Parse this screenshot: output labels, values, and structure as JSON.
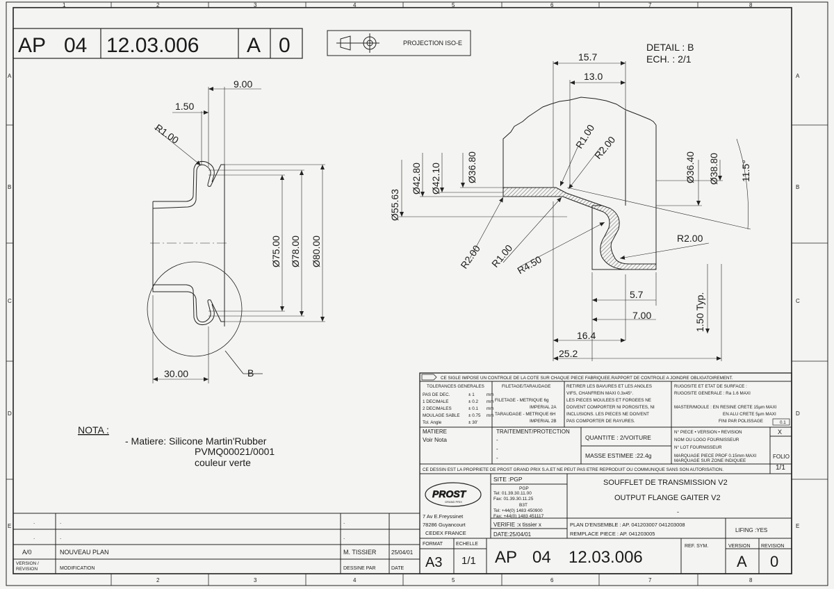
{
  "drawing_number": {
    "prefix": "AP",
    "sub": "04",
    "number": "12.03.006",
    "index_letter": "A",
    "index_num": "0"
  },
  "projection": {
    "label": "PROJECTION ISO-E",
    "icon": "first-angle-projection-icon"
  },
  "grid": {
    "columns": [
      "1",
      "2",
      "3",
      "4",
      "5",
      "6",
      "7",
      "8"
    ],
    "rows": [
      "A",
      "B",
      "C",
      "D",
      "E"
    ]
  },
  "left_view": {
    "dims": [
      "9.00",
      "1.50",
      "R1.00",
      "Ø75.00",
      "Ø78.00",
      "Ø80.00",
      "30.00",
      "B"
    ]
  },
  "detail_view": {
    "title": "DETAIL : B",
    "scale": "ECH. : 2/1",
    "dims": [
      "15.7",
      "13.0",
      "R1.00",
      "R2.00",
      "Ø55.63",
      "Ø42.80",
      "Ø42.10",
      "Ø36.80",
      "Ø36.40",
      "Ø38.80",
      "11.5°",
      "R2.00",
      "R1.00",
      "R4.50",
      "R2.00",
      "5.7",
      "7.00",
      "1.50 Typ.",
      "16.4",
      "25.2"
    ]
  },
  "nota": {
    "title": "NOTA :",
    "lines": [
      "- Matiere: Silicone Martin'Rubber",
      "PVMQ00021/0001",
      "couleur verte"
    ]
  },
  "title_block": {
    "control_note": "CE SIGLE IMPOSE UN CONTROLE DE LA COTE SUR CHAQUE PIECE FABRIQUEE.RAPPORT DE CONTROLE A JOINDRE OBLIGATOIREMENT.",
    "tolerances": {
      "header": "TOLERANCES GENERALES",
      "rows": [
        [
          "PAS DE DEC.",
          "± 1",
          "mm"
        ],
        [
          "1 DECIMALE",
          "± 0.2",
          "mm"
        ],
        [
          "2 DECIMALES",
          "± 0.1",
          "mm"
        ],
        [
          "MOULAGE SABLE",
          "± 0.75",
          "mm"
        ],
        [
          "Tol. Angle",
          "± 30'",
          ""
        ]
      ]
    },
    "threading": {
      "header": "FILETAGE/TARAUDAGE",
      "rows": [
        "FILETAGE - METRIQUE 6g",
        "IMPERIAL 2A",
        "TARAUDAGE - METRIQUE 6H",
        "IMPERIAL 2B"
      ]
    },
    "deburr": [
      "RETIRER LES BAVURES ET LES ANGLES",
      "VIFS, CHANFREIN MAXI 0.3x45°.",
      "LES PIECES MOULEES ET FORGEES NE",
      "DOIVENT COMPORTER NI POROSITES, NI",
      "INCLUSIONS. LES PIECES NE DOIVENT",
      "PAS COMPORTER DE RAYURES."
    ],
    "surface": [
      "RUGOSITE ET ETAT DE SURFACE :",
      "RUGOSITE GENERALE : Ra 1.6 MAXI",
      "MASTER/MOULE : EN RESINE CRETE 15µm MAXI",
      "EN ALU CRETE 5µm MAXI",
      "FINI PAR POLISSAGE"
    ],
    "surface_symbol": "0.1",
    "matiere_label": "MATIERE",
    "matiere_value": "Voir Nota",
    "traitement_label": "TRAITEMENT/PROTECTION",
    "traitement_values": [
      "-",
      "-",
      "-"
    ],
    "quantite": "QUANTITE : 2/VOITURE",
    "masse": "MASSE ESTIMEE :22.4g",
    "piece_info": [
      "N° PIECE • VERSION • REVISION",
      "NOM OU LOGO FOURNISSEUR",
      "N° LOT FOURNISSEUR",
      "MARQUAGE PIECE PROF 0.15mm MAXI",
      "MARQUAGE SUR ZONE INDIQUEE"
    ],
    "piece_x": "X",
    "folio_label": "FOLIO",
    "folio_value": "1/1",
    "property_note": "CE DESSIN EST LA PROPRIETE DE PROST GRAND PRIX S.A.ET NE PEUT PAS ETRE REPRODUIT OU COMMUNIQUE SANS SON AUTORISATION.",
    "company": {
      "logo_text": "PROST",
      "logo_sub": "GRAND PRIX",
      "address": [
        "7 Av E.Freyssinet",
        "78286 Guyancourt",
        "CEDEX FRANCE"
      ]
    },
    "site": "SITE :PGP",
    "pgp": [
      "PGP",
      "Tel: 01.39.30.11.00",
      "Fax: 01.39.30.11.25"
    ],
    "b3t": [
      "B3T",
      "Tel: +44(0) 1483 450900",
      "Fax: +44(0) 1483 451117"
    ],
    "verifie": "VERIFIE :x tissier x",
    "date": "DATE:25/04/01",
    "title1": "SOUFFLET DE TRANSMISSION V2",
    "title2": "OUTPUT FLANGE GAITER V2",
    "title_dash": "-",
    "plan_ensemble": "PLAN D'ENSEMBLE : AP. 041203007 041203008",
    "remplace": "REMPLACE PIECE : AP. 041203005",
    "lifing": "LIFING :YES",
    "format_label": "FORMAT",
    "format_value": "A3",
    "echelle_label": "ECHELLE",
    "echelle_value": "1/1",
    "ref_sym": "REF. SYM.",
    "version_label": "VERSION",
    "revision_label": "REVISION",
    "version_value": "A",
    "revision_value": "0",
    "bottom_number": {
      "prefix": "AP",
      "sub": "04",
      "number": "12.03.006"
    }
  },
  "revision_table": {
    "rows": [
      {
        "rev": ".",
        "mod": ".",
        "by": ".",
        "date": ""
      },
      {
        "rev": ".",
        "mod": ".",
        "by": ".",
        "date": ""
      },
      {
        "rev": "A/0",
        "mod": "NOUVEAU PLAN",
        "by": "M. TISSIER",
        "date": "25/04/01"
      }
    ],
    "footer": {
      "rev": "VERSION / REVISION",
      "mod": "MODIFICATION",
      "by": "DESSINE PAR",
      "date": "DATE"
    }
  }
}
